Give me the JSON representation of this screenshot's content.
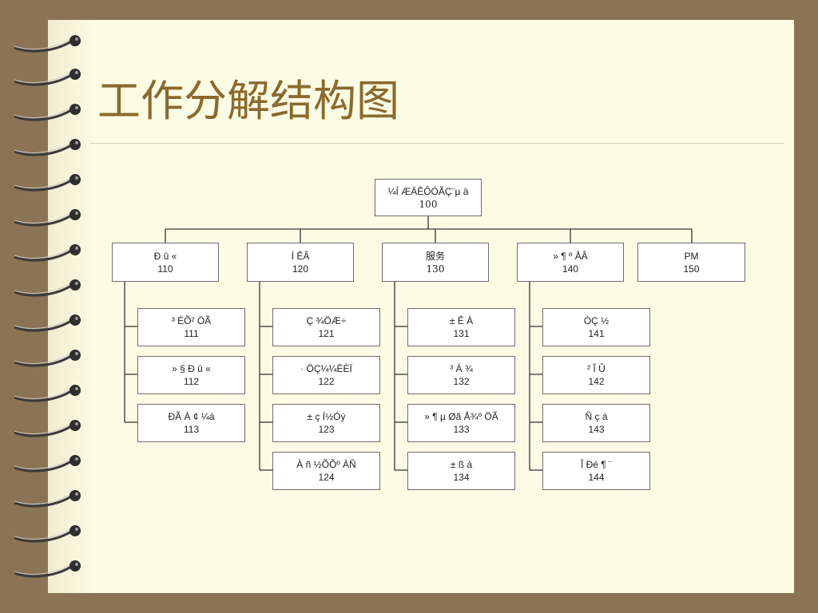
{
  "slide": {
    "title": "工作分解结构图"
  },
  "wbs": {
    "root": {
      "name": "¼Í ÆÄÊÔÓÃÇ¨µ ä",
      "code": "100"
    },
    "level1": [
      {
        "name": "Ð û «",
        "code": "110"
      },
      {
        "name": "Í ÊÂ",
        "code": "120"
      },
      {
        "name": "服务",
        "code": "130"
      },
      {
        "name": "» ¶ º ÅÂ",
        "code": "140"
      },
      {
        "name": "PM",
        "code": "150"
      }
    ],
    "col110": [
      {
        "name": "³ ÉÕ² ÖÃ",
        "code": "111"
      },
      {
        "name": "» § Ð û «",
        "code": "112"
      },
      {
        "name": "ÐÃ À ¢ ¼á",
        "code": "113"
      }
    ],
    "col120": [
      {
        "name": "Ç ¾ÖÆ÷",
        "code": "121"
      },
      {
        "name": "· ÖÇ¼¼ËÈÏ",
        "code": "122"
      },
      {
        "name": "± ç Í½Óý",
        "code": "123"
      }
    ],
    "col120b": [
      {
        "name": "À ñ ½ÕÕº ÀÑ",
        "code": "124"
      }
    ],
    "col130": [
      {
        "name": "± Ê À",
        "code": "131"
      },
      {
        "name": "³ Á ¾",
        "code": "132"
      },
      {
        "name": "» ¶ µ Øã Å¾º ÖÃ",
        "code": "133"
      },
      {
        "name": "± ß à",
        "code": "134"
      }
    ],
    "col140": [
      {
        "name": "ÒÇ ½",
        "code": "141"
      },
      {
        "name": "² Î Û",
        "code": "142"
      },
      {
        "name": "Ñ ç á",
        "code": "143"
      },
      {
        "name": "Î Ðé ¶ ¨",
        "code": "144"
      }
    ]
  }
}
